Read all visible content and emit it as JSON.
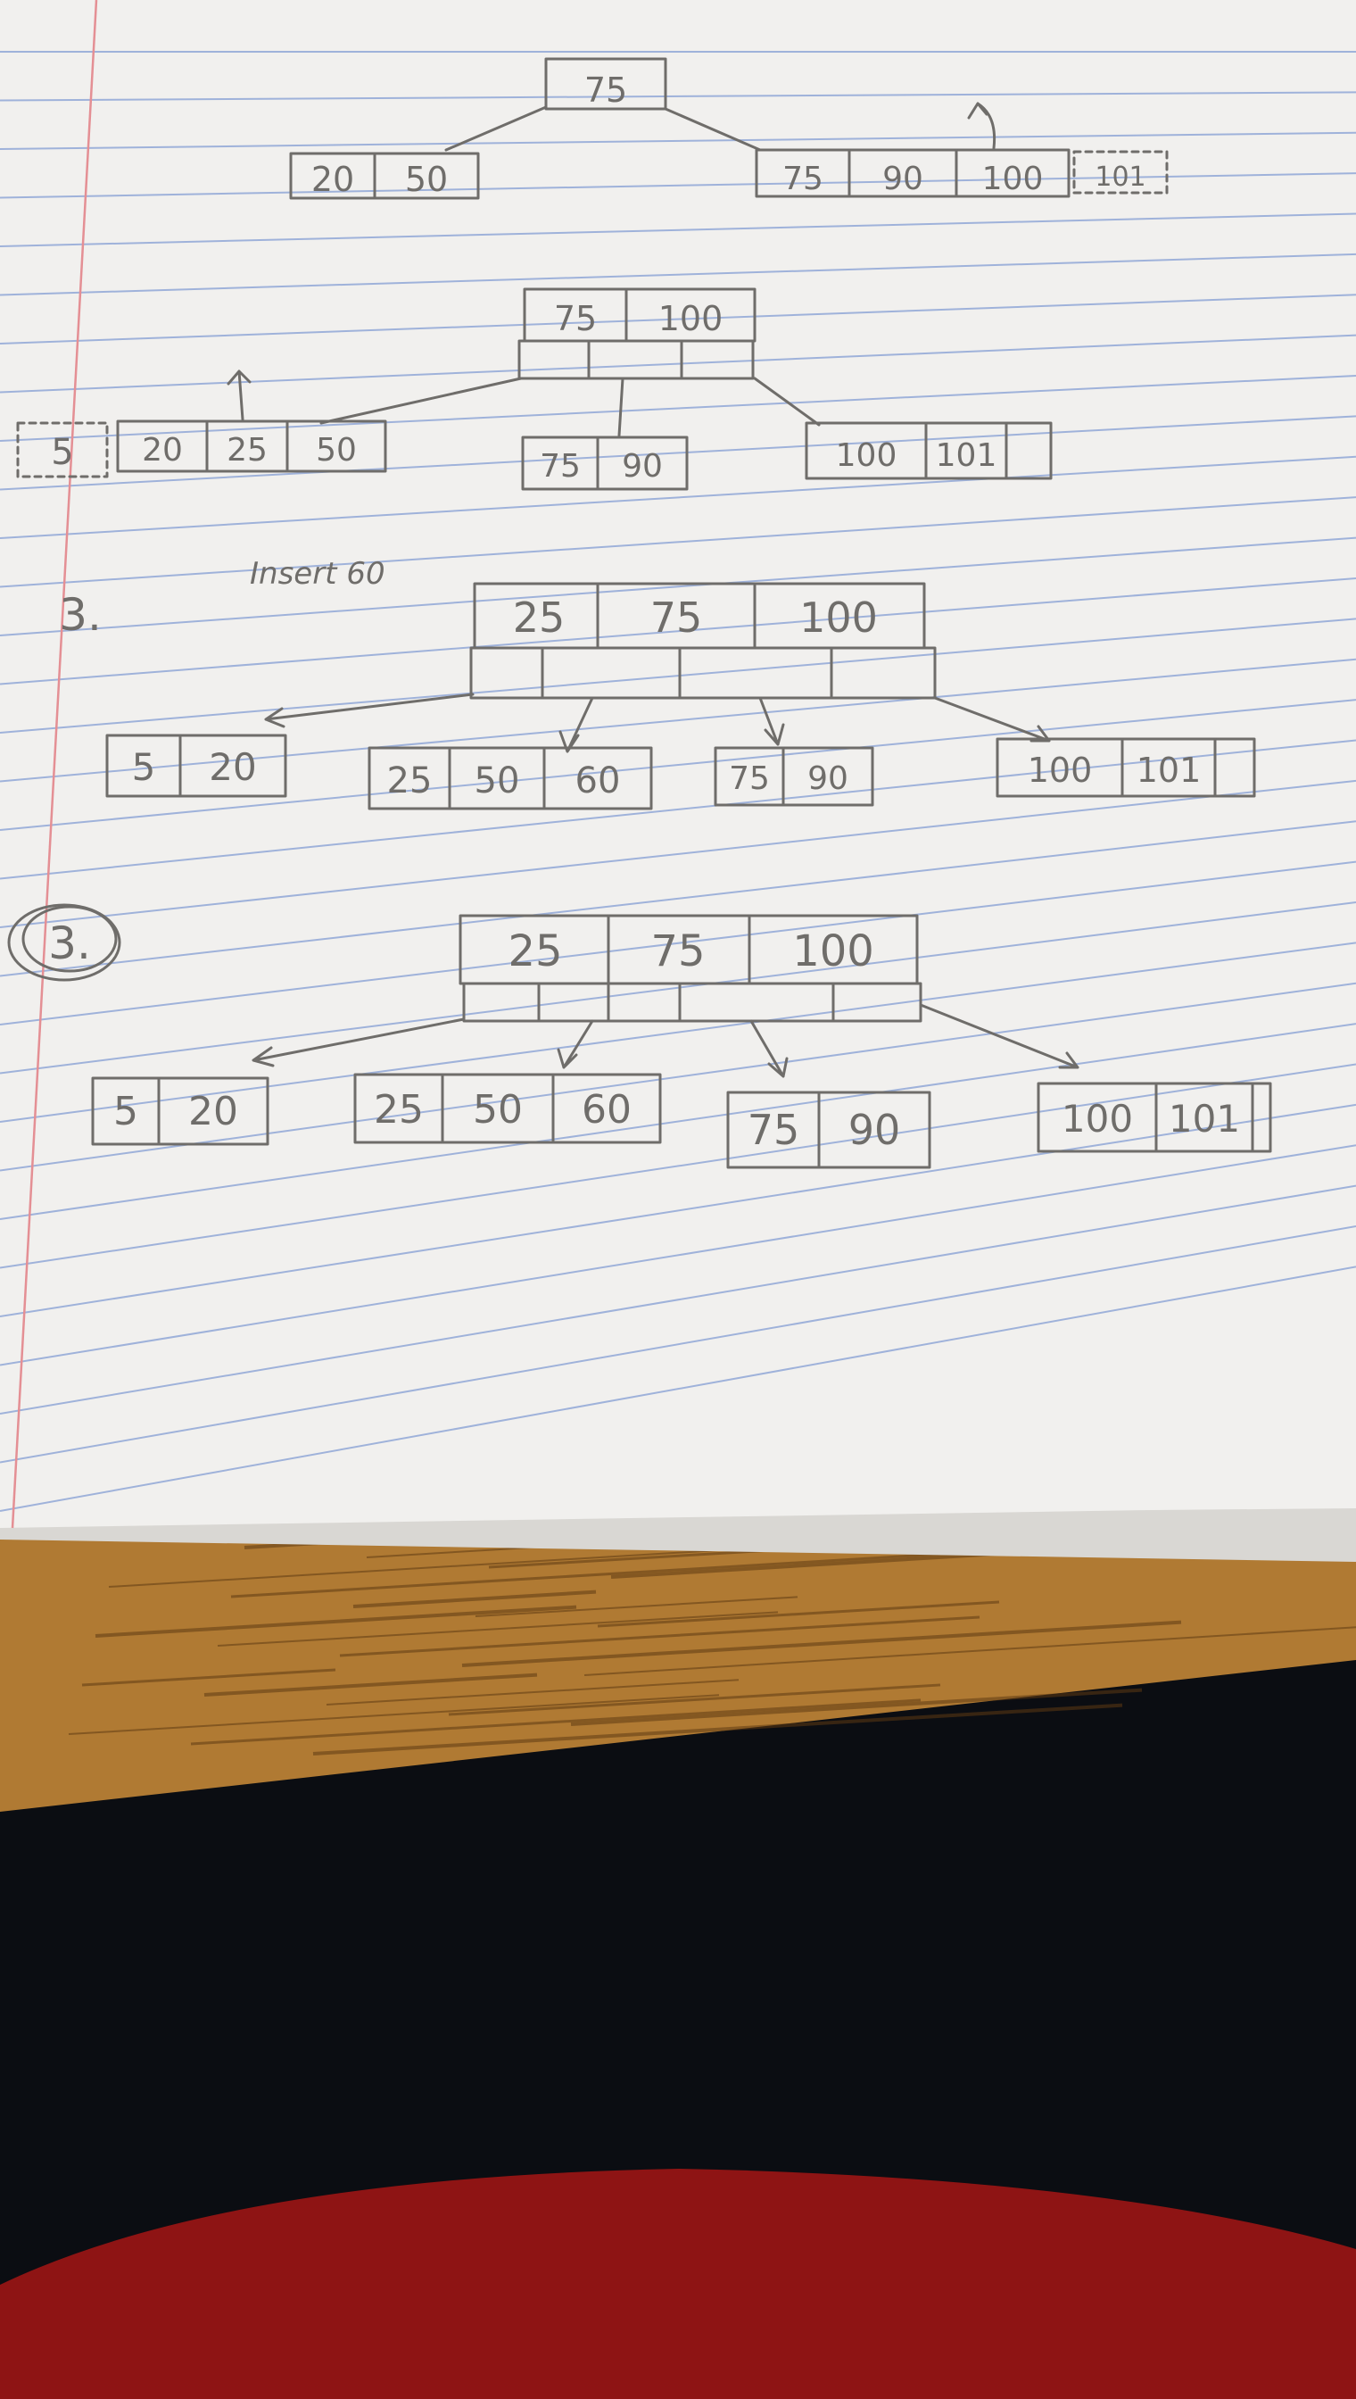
{
  "colors": {
    "paper": "#f1f0ee",
    "ruled_line": "#9fb2da",
    "margin_line": "#e48f94",
    "pencil": "#6f6d6a",
    "desk_wood": "#b07a33",
    "desk_grain": "#5e3a12",
    "dark_fabric": "#0b0d12",
    "red_fabric": "#8e1414"
  },
  "diagrams": {
    "step1": {
      "root": [
        "75"
      ],
      "left_leaf": [
        "20",
        "50"
      ],
      "right_leaf": [
        "75",
        "90",
        "100"
      ],
      "overflow_key": "101"
    },
    "step2": {
      "root": [
        "75",
        "100"
      ],
      "overflow_key": "5",
      "leaves": [
        [
          "20",
          "25",
          "50"
        ],
        [
          "75",
          "90"
        ],
        [
          "100",
          "101"
        ]
      ]
    },
    "step3": {
      "label": "3.",
      "note": "Insert 60",
      "root": [
        "25",
        "75",
        "100"
      ],
      "leaves": [
        [
          "5",
          "20"
        ],
        [
          "25",
          "50",
          "60"
        ],
        [
          "75",
          "90"
        ],
        [
          "100",
          "101"
        ]
      ]
    },
    "step4": {
      "label": "3.",
      "root": [
        "25",
        "75",
        "100"
      ],
      "leaves": [
        [
          "5",
          "20"
        ],
        [
          "25",
          "50",
          "60"
        ],
        [
          "75",
          "90"
        ],
        [
          "100",
          "101"
        ]
      ]
    }
  }
}
